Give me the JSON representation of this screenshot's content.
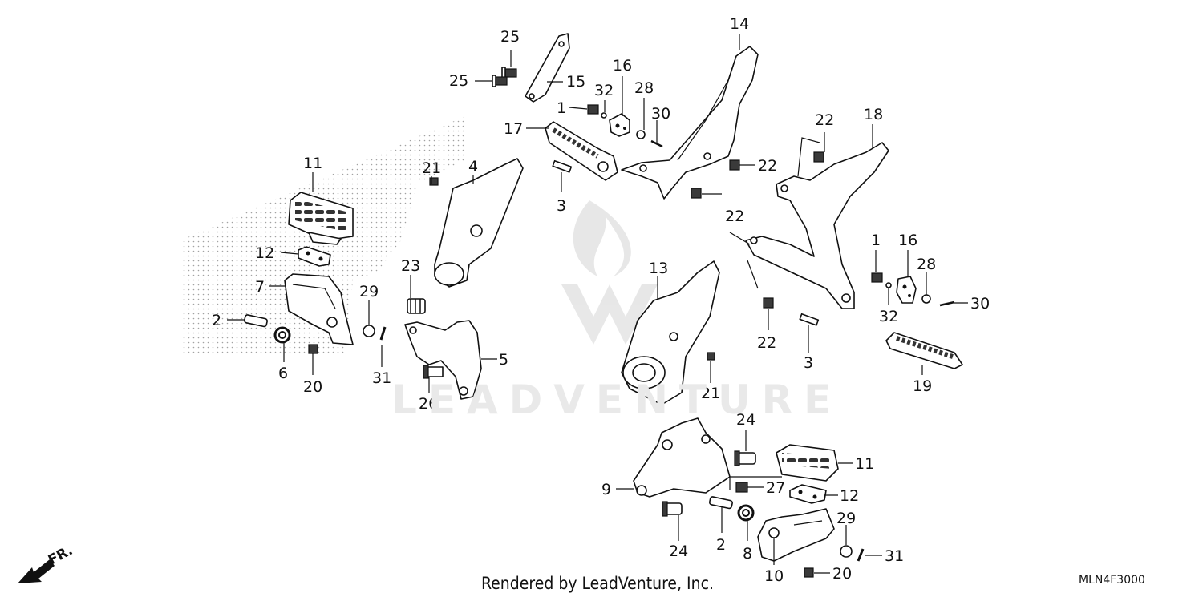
{
  "footer": {
    "rendered_by": "Rendered by LeadVenture, Inc.",
    "diagram_code": "MLN4F3000"
  },
  "watermark": "LEADVENTURE",
  "direction_indicator": "FR.",
  "callouts": [
    {
      "id": "c25a",
      "label": "25"
    },
    {
      "id": "c25b",
      "label": "25"
    },
    {
      "id": "c15",
      "label": "15"
    },
    {
      "id": "c14",
      "label": "14"
    },
    {
      "id": "c16a",
      "label": "16"
    },
    {
      "id": "c32a",
      "label": "32"
    },
    {
      "id": "c28a",
      "label": "28"
    },
    {
      "id": "c1a",
      "label": "1"
    },
    {
      "id": "c30a",
      "label": "30"
    },
    {
      "id": "c17",
      "label": "17"
    },
    {
      "id": "c22a",
      "label": "22"
    },
    {
      "id": "c18",
      "label": "18"
    },
    {
      "id": "c22b",
      "label": "22"
    },
    {
      "id": "c11a",
      "label": "11"
    },
    {
      "id": "c21a",
      "label": "21"
    },
    {
      "id": "c4",
      "label": "4"
    },
    {
      "id": "c3a",
      "label": "3"
    },
    {
      "id": "c22c",
      "label": "22"
    },
    {
      "id": "c12a",
      "label": "12"
    },
    {
      "id": "c1b",
      "label": "1"
    },
    {
      "id": "c16b",
      "label": "16"
    },
    {
      "id": "c23",
      "label": "23"
    },
    {
      "id": "c13",
      "label": "13"
    },
    {
      "id": "c28b",
      "label": "28"
    },
    {
      "id": "c7",
      "label": "7"
    },
    {
      "id": "c29a",
      "label": "29"
    },
    {
      "id": "c32b",
      "label": "32"
    },
    {
      "id": "c30b",
      "label": "30"
    },
    {
      "id": "c2a",
      "label": "2"
    },
    {
      "id": "c22d",
      "label": "22"
    },
    {
      "id": "c5",
      "label": "5"
    },
    {
      "id": "c3b",
      "label": "3"
    },
    {
      "id": "c6",
      "label": "6"
    },
    {
      "id": "c31a",
      "label": "31"
    },
    {
      "id": "c21b",
      "label": "21"
    },
    {
      "id": "c19",
      "label": "19"
    },
    {
      "id": "c20a",
      "label": "20"
    },
    {
      "id": "c26",
      "label": "26"
    },
    {
      "id": "c24a",
      "label": "24"
    },
    {
      "id": "c11b",
      "label": "11"
    },
    {
      "id": "c9",
      "label": "9"
    },
    {
      "id": "c27",
      "label": "27"
    },
    {
      "id": "c12b",
      "label": "12"
    },
    {
      "id": "c29b",
      "label": "29"
    },
    {
      "id": "c24b",
      "label": "24"
    },
    {
      "id": "c2b",
      "label": "2"
    },
    {
      "id": "c8",
      "label": "8"
    },
    {
      "id": "c31b",
      "label": "31"
    },
    {
      "id": "c10",
      "label": "10"
    },
    {
      "id": "c20b",
      "label": "20"
    }
  ]
}
